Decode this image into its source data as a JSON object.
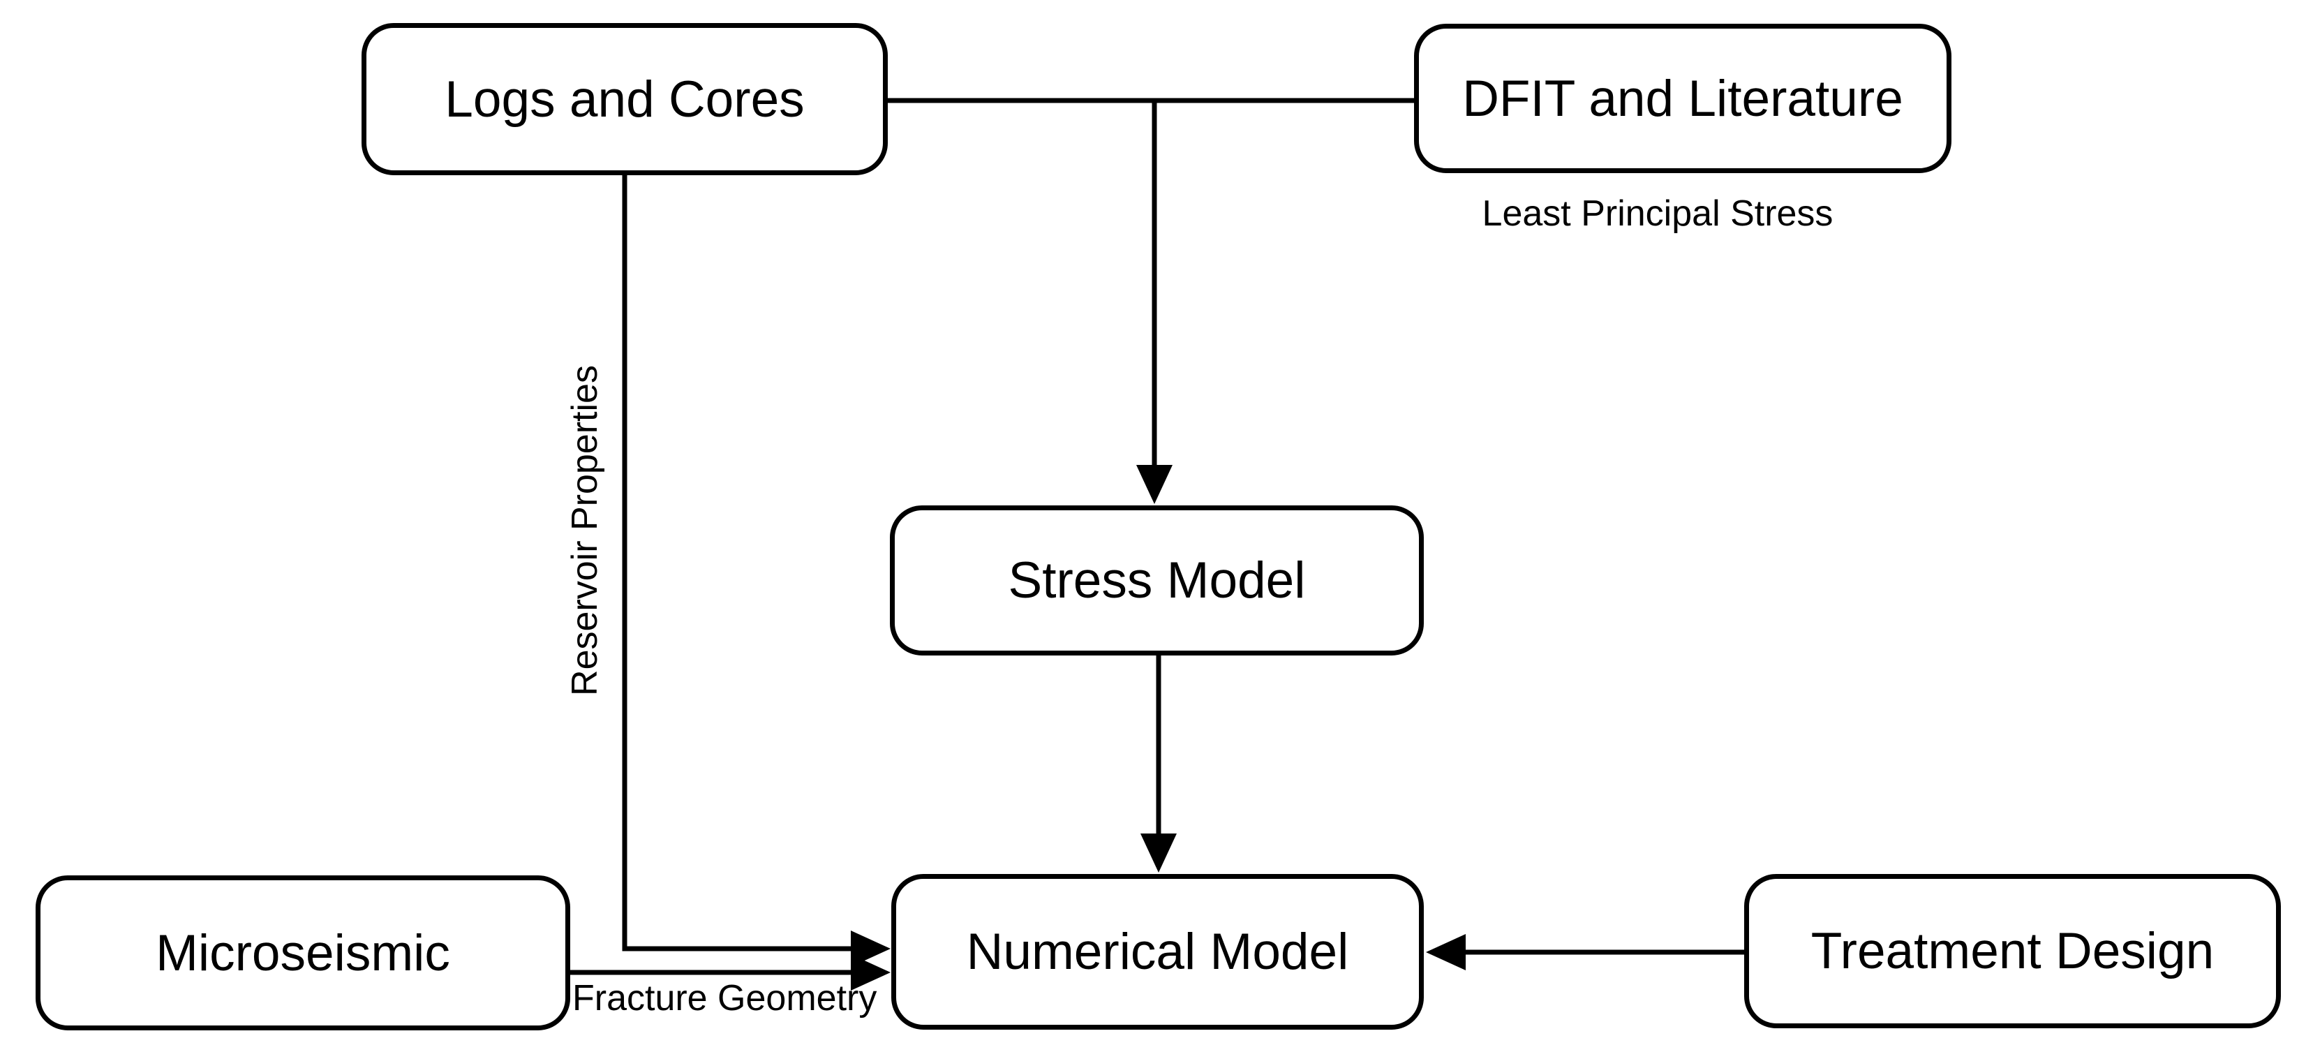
{
  "diagram": {
    "background_color": "#ffffff",
    "line_color": "#000000",
    "nodes": [
      {
        "id": "logs-and-cores",
        "label": "Logs and Cores"
      },
      {
        "id": "dfit-and-literature",
        "label": "DFIT and Literature"
      },
      {
        "id": "stress-model",
        "label": "Stress Model"
      },
      {
        "id": "microseismic",
        "label": "Microseismic"
      },
      {
        "id": "numerical-model",
        "label": "Numerical Model"
      },
      {
        "id": "treatment-design",
        "label": "Treatment Design"
      }
    ],
    "edge_labels": [
      {
        "id": "reservoir-properties",
        "text": "Reservoir Properties"
      },
      {
        "id": "least-principal-stress",
        "text": "Least Principal Stress"
      },
      {
        "id": "fracture-geometry",
        "text": "Fracture Geometry"
      }
    ]
  }
}
